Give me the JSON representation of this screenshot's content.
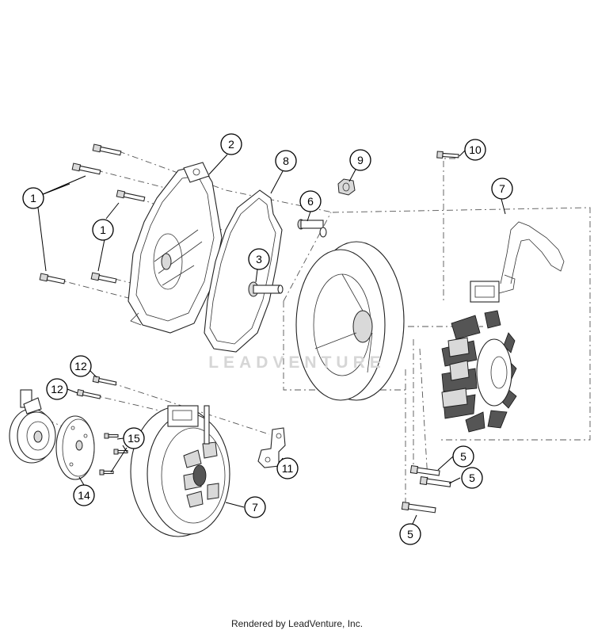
{
  "diagram": {
    "callouts": {
      "c1a": "1",
      "c1b": "1",
      "c2": "2",
      "c3": "3",
      "c5a": "5",
      "c5b": "5",
      "c5c": "5",
      "c6": "6",
      "c7a": "7",
      "c7b": "7",
      "c8": "8",
      "c9": "9",
      "c10": "10",
      "c11": "11",
      "c12a": "12",
      "c12b": "12",
      "c14": "14",
      "c15": "15"
    }
  },
  "watermark": "LEADVENTURE",
  "footer": "Rendered by LeadVenture, Inc."
}
